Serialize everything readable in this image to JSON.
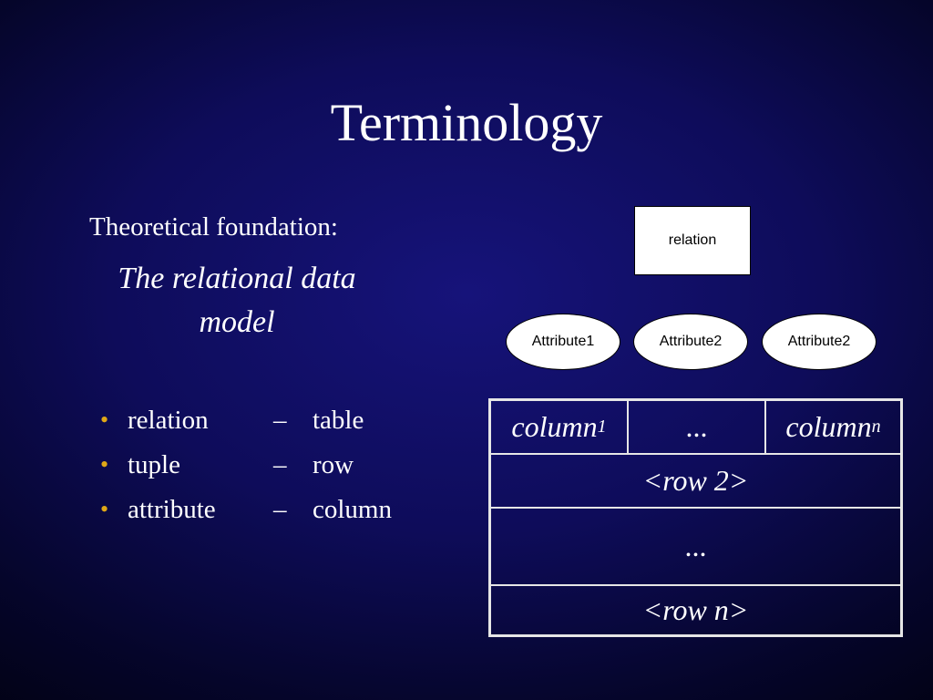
{
  "title": "Terminology",
  "intro": {
    "lead": "Theoretical foundation:",
    "model_line1": "The relational data",
    "model_line2": "model"
  },
  "terms": [
    {
      "term": "relation",
      "dash": "–",
      "equiv": "table"
    },
    {
      "term": "tuple",
      "dash": "–",
      "equiv": "row"
    },
    {
      "term": "attribute",
      "dash": "–",
      "equiv": "column"
    }
  ],
  "diagram": {
    "relation_label": "relation",
    "attributes": [
      "Attribute1",
      "Attribute2",
      "Attribute2"
    ]
  },
  "table": {
    "header": {
      "first_base": "column",
      "first_sub": "1",
      "middle": "...",
      "last_base": "column",
      "last_sub": "n"
    },
    "rows": [
      "<row 2>",
      "...",
      "<row n>"
    ]
  },
  "colors": {
    "bullet": "#e0a817",
    "background": "#0e0c5a",
    "table_border": "#e6e6e6"
  }
}
